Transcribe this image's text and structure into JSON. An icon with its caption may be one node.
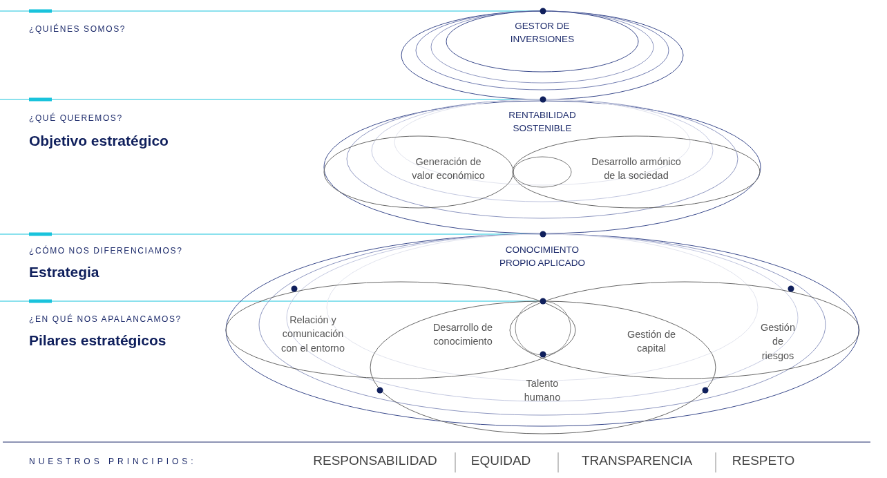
{
  "diagram": {
    "labels": [
      "¿QUIÉNES SOMOS?",
      "GESTOR DE INVERSIONES",
      "¿QUÉ QUEREMOS?",
      "Objetivo estratégico",
      "RENTABILIDAD SOSTENIBLE",
      "Generación de valor económico",
      "Desarrollo armónico de la sociedad",
      "¿CÓMO NOS DIFERENCIAMOS?",
      "Estrategia",
      "CONOCIMIENTO PROPIO APLICADO",
      "¿EN QUÉ NOS APALANCAMOS?",
      "Pilares estratégicos",
      "Relación y comunicación con el entorno",
      "Desarrollo de conocimiento",
      "Gestión de capital",
      "Gestión de riesgos",
      "Talento humano",
      "NUESTROS PRINCIPIOS:",
      "RESPONSABILIDAD",
      "EQUIDAD",
      "TRANSPARENCIA",
      "RESPETO"
    ]
  }
}
